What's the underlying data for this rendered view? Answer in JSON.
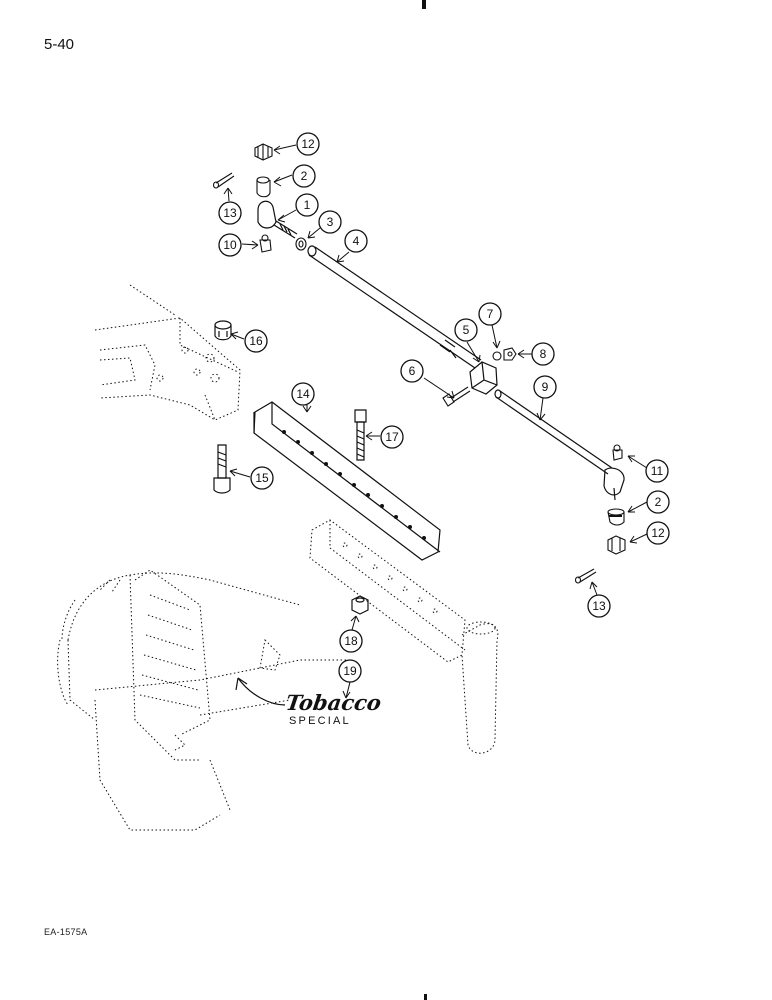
{
  "page": {
    "number": "5-40",
    "figure_code": "EA-1575A"
  },
  "brand": {
    "word": "Tobacco",
    "sub": "SPECIAL"
  },
  "callouts": [
    {
      "id": "c12a",
      "number": "12"
    },
    {
      "id": "c2a",
      "number": "2"
    },
    {
      "id": "c13a",
      "number": "13"
    },
    {
      "id": "c1",
      "number": "1"
    },
    {
      "id": "c3",
      "number": "3"
    },
    {
      "id": "c10",
      "number": "10"
    },
    {
      "id": "c4",
      "number": "4"
    },
    {
      "id": "c16",
      "number": "16"
    },
    {
      "id": "c5",
      "number": "5"
    },
    {
      "id": "c7",
      "number": "7"
    },
    {
      "id": "c8",
      "number": "8"
    },
    {
      "id": "c6",
      "number": "6"
    },
    {
      "id": "c9",
      "number": "9"
    },
    {
      "id": "c14",
      "number": "14"
    },
    {
      "id": "c17",
      "number": "17"
    },
    {
      "id": "c15",
      "number": "15"
    },
    {
      "id": "c11",
      "number": "11"
    },
    {
      "id": "c2b",
      "number": "2"
    },
    {
      "id": "c12b",
      "number": "12"
    },
    {
      "id": "c13b",
      "number": "13"
    },
    {
      "id": "c18",
      "number": "18"
    },
    {
      "id": "c19",
      "number": "19"
    }
  ]
}
